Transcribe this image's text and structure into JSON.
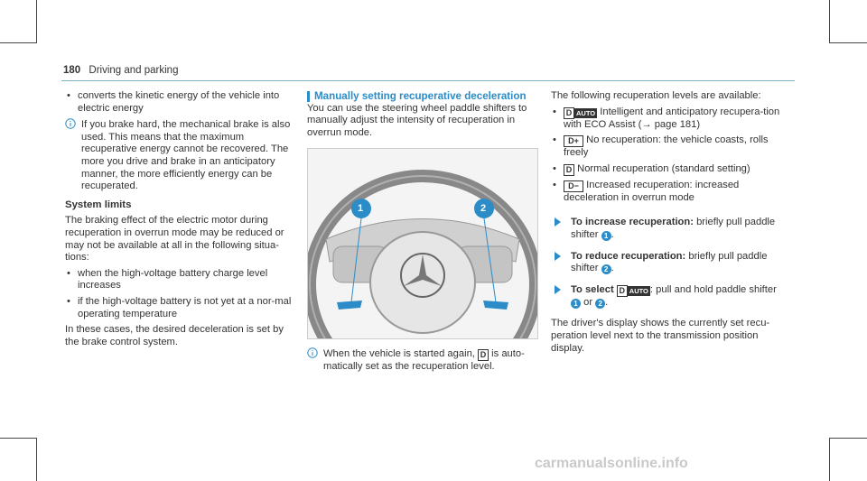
{
  "header": {
    "page_number": "180",
    "section": "Driving and parking"
  },
  "col1": {
    "bullet1": "converts the kinetic energy of the vehicle into electric energy",
    "note1": "If you brake hard, the mechanical brake is also used. This means that the maximum recuperative energy cannot be recovered. The more you drive and brake in an anticipatory manner, the more efficiently energy can be recuperated.",
    "subheading": "System limits",
    "para": "The braking effect of the electric motor during recuperation in overrun mode may be reduced or may not be available at all in the following situa-tions:",
    "bullets": [
      "when the high-voltage battery charge level increases",
      "if the high-voltage battery is not yet at a nor-mal operating temperature"
    ],
    "para2": "In these cases, the desired deceleration is set by the brake control system."
  },
  "col2": {
    "heading": "Manually setting recuperative deceleration",
    "intro": "You can use the steering wheel paddle shifters to manually adjust the intensity of recuperation in overrun mode.",
    "callouts": [
      "1",
      "2"
    ],
    "note_a": "When the vehicle is started again,",
    "note_b": "is auto-matically set as the recuperation level."
  },
  "col3": {
    "intro": "The following recuperation levels are available:",
    "levels": [
      {
        "sym": "D",
        "badge": "AUTO",
        "text": "Intelligent and anticipatory recupera-tion with ECO Assist (→ page 181)"
      },
      {
        "sym": "D+",
        "text": "No recuperation: the vehicle coasts, rolls freely"
      },
      {
        "sym": "D",
        "text": "Normal recuperation (standard setting)"
      },
      {
        "sym": "D−",
        "text": "Increased recuperation: increased deceleration in overrun mode"
      }
    ],
    "step1_bold": "To increase recuperation:",
    "step1_text": "briefly pull paddle shifter",
    "step2_bold": "To reduce recuperation:",
    "step2_text": "briefly pull paddle shifter",
    "step3_bold": "To select",
    "step3_text": ": pull and hold paddle shifter",
    "step3_or": "or",
    "para": "The driver's display shows the currently set recu-peration level next to the transmission position display."
  },
  "watermark": "carmanualsonline.info"
}
